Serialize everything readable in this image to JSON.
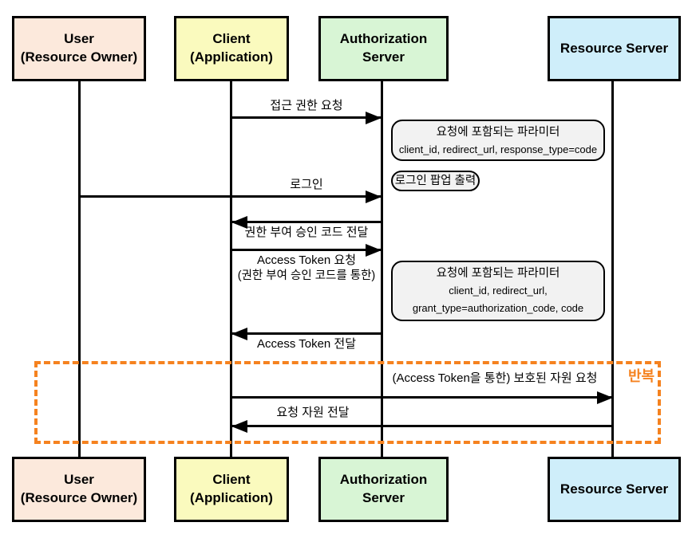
{
  "actors": {
    "user": {
      "line1": "User",
      "line2": "(Resource Owner)"
    },
    "client": {
      "line1": "Client",
      "line2": "(Application)"
    },
    "auth_server": {
      "line1": "Authorization Server"
    },
    "resource_server": {
      "line1": "Resource Server"
    }
  },
  "messages": [
    {
      "label": "접근 권한 요청",
      "from": "client",
      "to": "auth_server"
    },
    {
      "label": "로그인",
      "from": "user",
      "to": "auth_server"
    },
    {
      "label": "권한 부여 승인 코드 전달",
      "from": "auth_server",
      "to": "client"
    },
    {
      "label": "Access Token 요청",
      "sublabel": "(권한 부여 승인 코드를 통한)",
      "from": "client",
      "to": "auth_server"
    },
    {
      "label": "Access Token 전달",
      "from": "auth_server",
      "to": "client"
    },
    {
      "label": "(Access Token을 통한) 보호된 자원 요청",
      "from": "client",
      "to": "resource_server"
    },
    {
      "label": "요청 자원 전달",
      "from": "resource_server",
      "to": "client"
    }
  ],
  "notes": [
    {
      "title": "요청에 포함되는 파라미터",
      "params": "client_id, redirect_url, response_type=code"
    },
    {
      "label": "로그인 팝업 출력"
    },
    {
      "title": "요청에 포함되는 파라미터",
      "params_line1": "client_id, redirect_url,",
      "params_line2": "grant_type=authorization_code, code"
    }
  ],
  "loop": {
    "label": "반복"
  },
  "colors": {
    "user_fill": "#fce9dc",
    "client_fill": "#fafabe",
    "auth_fill": "#d8f5d5",
    "resource_fill": "#cfeefa",
    "note_fill": "#f2f2f2",
    "loop_accent": "#f5821f",
    "line": "#000000"
  }
}
